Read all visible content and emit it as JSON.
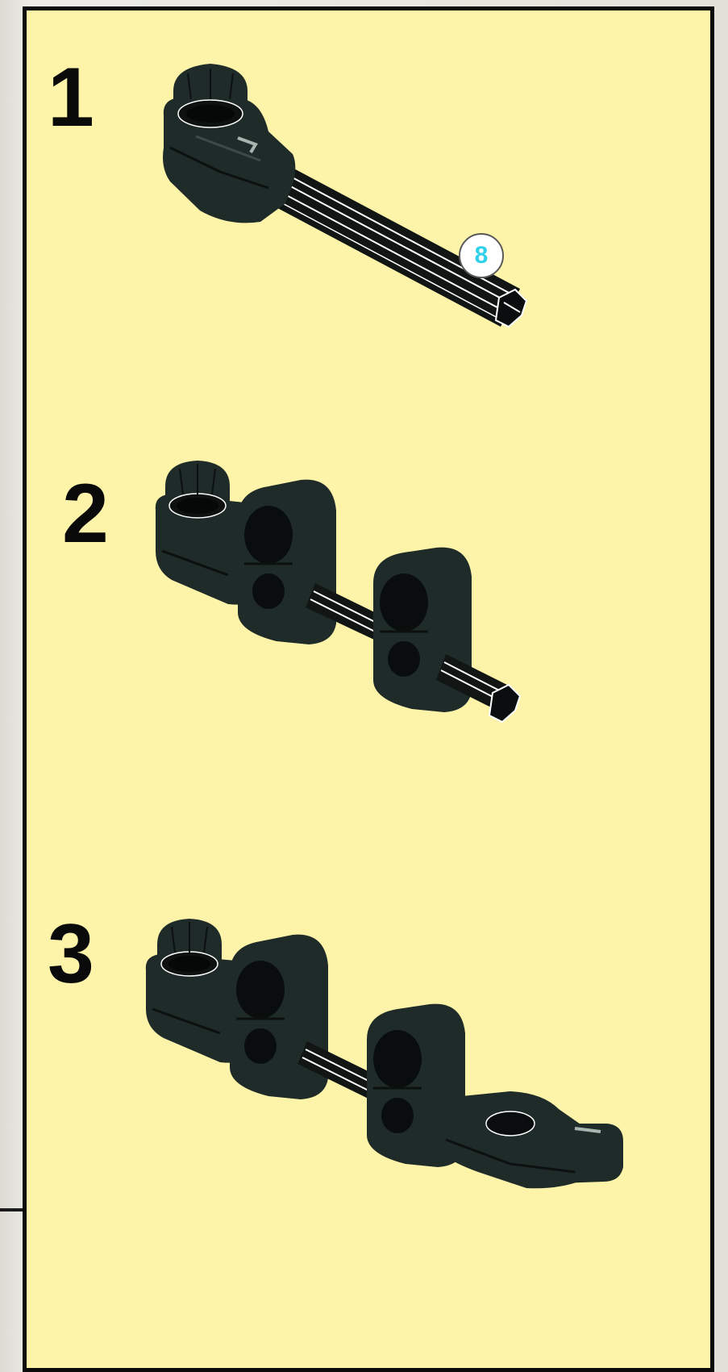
{
  "page": {
    "background_color": "#e3e1da",
    "panel_color": "#fdf3a9",
    "part_color": "#1f2b29",
    "badge_text_color": "#2fd0e8"
  },
  "steps": [
    {
      "number": "1",
      "parts_label": "8",
      "illustration": "axle-with-angled-connector-icon"
    },
    {
      "number": "2",
      "illustration": "axle-with-two-beam-connectors-icon"
    },
    {
      "number": "3",
      "illustration": "axle-assembly-with-end-connector-icon"
    }
  ]
}
